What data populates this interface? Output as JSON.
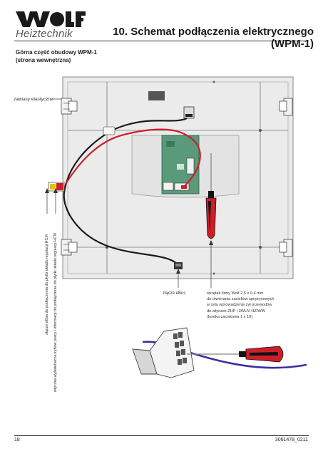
{
  "header": {
    "logo_subtitle": "Heiztechnik",
    "title": "10. Schemat podłączenia elektrycznego (WPM-1)"
  },
  "section": {
    "subtitle_line1": "Górna część obudowy WPM-1",
    "subtitle_line2": "(strona wewnętrzna)"
  },
  "labels": {
    "hinges": "zawiasy elastyczne",
    "ebus_connector": "złącze eBus",
    "screwdriver_lines": [
      "wkrętak firmy Wolf 2,5 x 0,4 mm",
      "do otwierania zacisków sprężynowych",
      "w celu wprowadzenia żył przewodów",
      "do wtyczek ZHP i 3WUV HZ/WW",
      "(kostka zaciskowa 1 x 10)"
    ],
    "vertical_ebus": "złącze eBus do podłączenia do płytki układu regulacji HCM",
    "vertical_display": "wtyczka wyświetlacza trybów pracy i informacji do podłączenia do płytki układu regulacji HCM"
  },
  "footer": {
    "page_number": "18",
    "doc_code": "3061478_0211"
  },
  "colors": {
    "logo": "#1a1a1a",
    "board_green": "#5a9a7a",
    "cable_red": "#cc1f2a",
    "cable_black": "#1a1a1a",
    "cable_blue": "#3b2fa0",
    "panel_gray": "#d8d8d8"
  }
}
